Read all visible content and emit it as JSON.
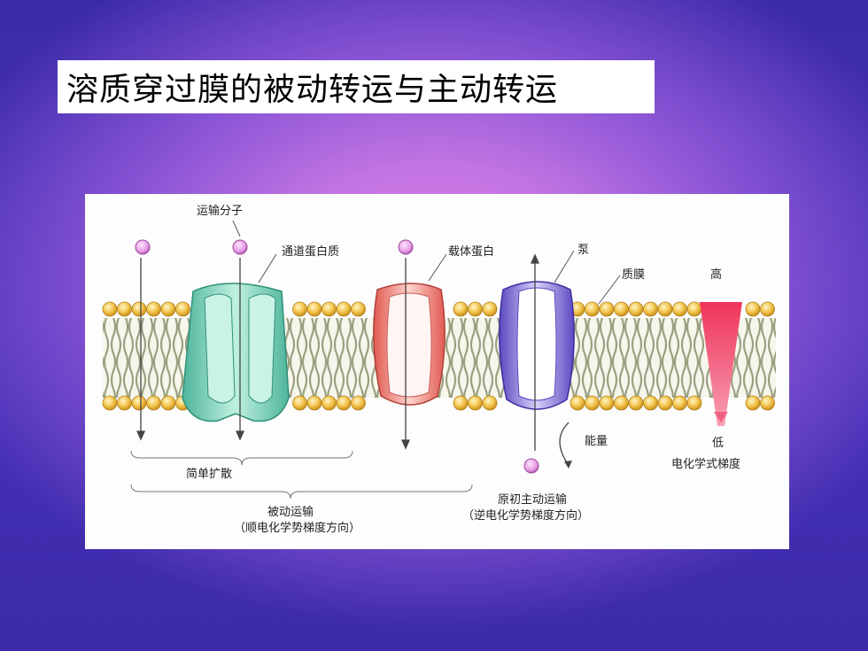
{
  "title": "溶质穿过膜的被动转运与主动转运",
  "diagram": {
    "labels": {
      "transported_molecule": "运输分子",
      "channel_protein": "通道蛋白质",
      "carrier_protein": "载体蛋白",
      "pump": "泵",
      "plasma_membrane": "质膜",
      "high": "高",
      "low": "低",
      "energy": "能量",
      "gradient": "电化学式梯度",
      "simple_diffusion": "简单扩散",
      "passive_transport": "被动运输",
      "passive_note": "（顺电化学势梯度方向）",
      "primary_active": "原初主动运输",
      "active_note": "（逆电化学势梯度方向）"
    },
    "colors": {
      "channel": "#7fd3bd",
      "carrier": "#f29a93",
      "pump": "#8e7ad8",
      "gradient": "#f0335a",
      "lipid_head": "#f2c24a",
      "molecule": "#e79be6"
    }
  }
}
